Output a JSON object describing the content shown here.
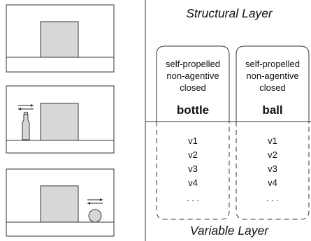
{
  "diagram": {
    "structural_layer": {
      "title": "Structural Layer",
      "objects": [
        {
          "features": [
            "self-propelled",
            "non-agentive",
            "closed"
          ],
          "name": "bottle",
          "variables": [
            "v1",
            "v2",
            "v3",
            "v4",
            ". . ."
          ]
        },
        {
          "features": [
            "self-propelled",
            "non-agentive",
            "closed"
          ],
          "name": "ball",
          "variables": [
            "v1",
            "v2",
            "v3",
            "v4",
            ". . ."
          ]
        }
      ]
    },
    "variable_layer": {
      "title": "Variable Layer"
    }
  },
  "scenes": [
    {
      "content": "box"
    },
    {
      "content": "box-and-bottle",
      "motion_arrows": "double-arrow-icon"
    },
    {
      "content": "box-and-ball",
      "motion_arrows": "double-arrow-icon"
    }
  ]
}
